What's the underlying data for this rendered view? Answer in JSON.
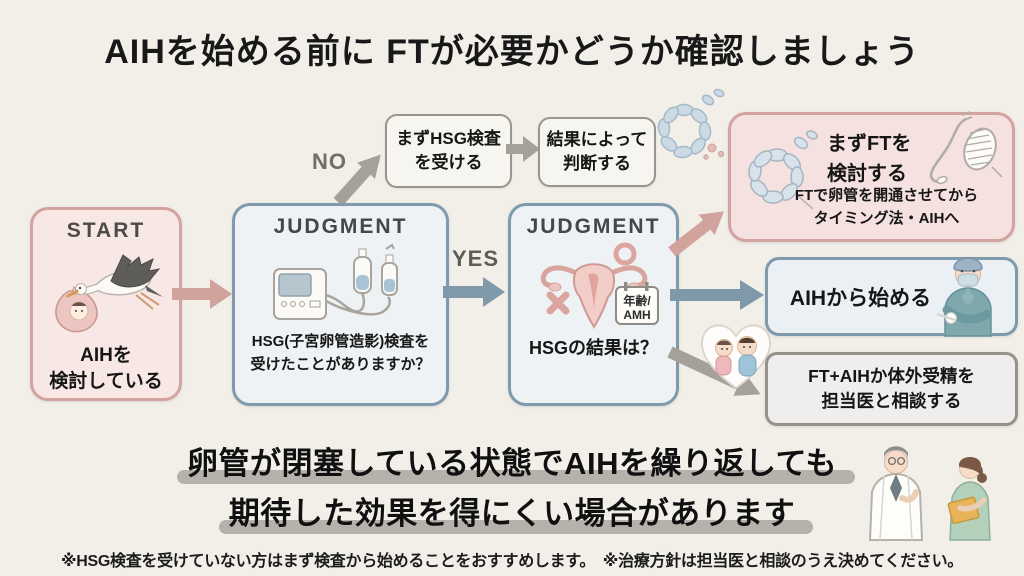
{
  "title": "AIHを始める前に FTが必要かどうか確認しましょう",
  "colors": {
    "background": "#f2efe9",
    "pink_fill": "#f8e8e5",
    "pink_fill2": "#f5e1df",
    "pink_border": "#d3a49f",
    "blue_fill": "#eef2f4",
    "blue_border": "#7f9aac",
    "gray_fill": "#efeeec",
    "gray_border": "#95918b",
    "arrow_gray": "#a5a19a",
    "arrow_pink": "#d2a29d",
    "arrow_blue": "#7f99ab",
    "highlight_bar": "#b5b1ab"
  },
  "flow": {
    "no_label": "NO",
    "yes_label": "YES",
    "hsg_first": {
      "line1": "まずHSG検査",
      "line2": "を受ける"
    },
    "result": {
      "line1": "結果によって",
      "line2": "判断する"
    },
    "start": {
      "label": "START",
      "line1": "AIHを",
      "line2": "検討している"
    },
    "judgment1": {
      "label": "JUDGMENT",
      "line1": "HSG(子宮卵管造影)検査を",
      "line2": "受けたことがありますか？"
    },
    "judgment2": {
      "label": "JUDGMENT",
      "question": "HSGの結果は？",
      "calendar_line1": "年齢/",
      "calendar_line2": "AMH"
    },
    "ft": {
      "line1": "まずFTを",
      "line2": "検討する",
      "sub1": "FTで卵管を開通させてから",
      "sub2": "タイミング法・AIHへ"
    },
    "aih": {
      "label": "AIHから始める"
    },
    "consult": {
      "line1": "FT+AIHか体外受精を",
      "line2": "担当医と相談する"
    }
  },
  "message": {
    "line1": "卵管が閉塞している状態でAIHを繰り返しても",
    "line2": "期待した効果を得にくい場合があります"
  },
  "footer": "※HSG検査を受けていない方はまず検査から始めることをおすすめします。　※治療方針は担当医と相談のうえ決めてください。"
}
